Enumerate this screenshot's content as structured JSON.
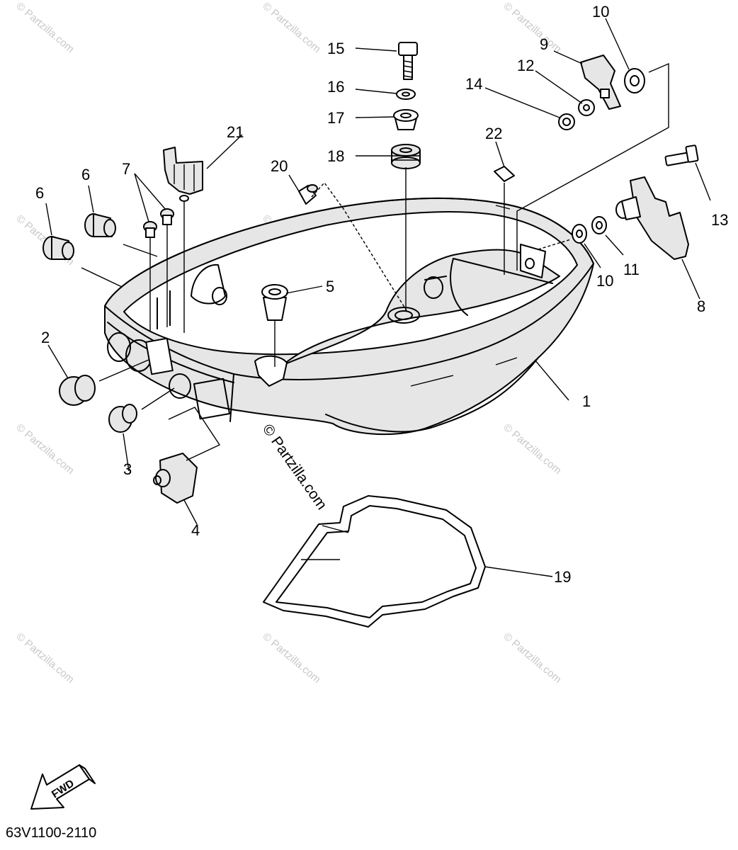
{
  "diagram": {
    "callouts": [
      "1",
      "2",
      "3",
      "4",
      "5",
      "6",
      "6",
      "7",
      "8",
      "9",
      "10",
      "10",
      "11",
      "12",
      "13",
      "14",
      "15",
      "16",
      "17",
      "18",
      "19",
      "20",
      "21",
      "22"
    ],
    "watermark": "© Partzilla.com",
    "center_watermark": "© Partzilla.com",
    "fwd_label": "FWD",
    "part_code": "63V1100-2110"
  }
}
